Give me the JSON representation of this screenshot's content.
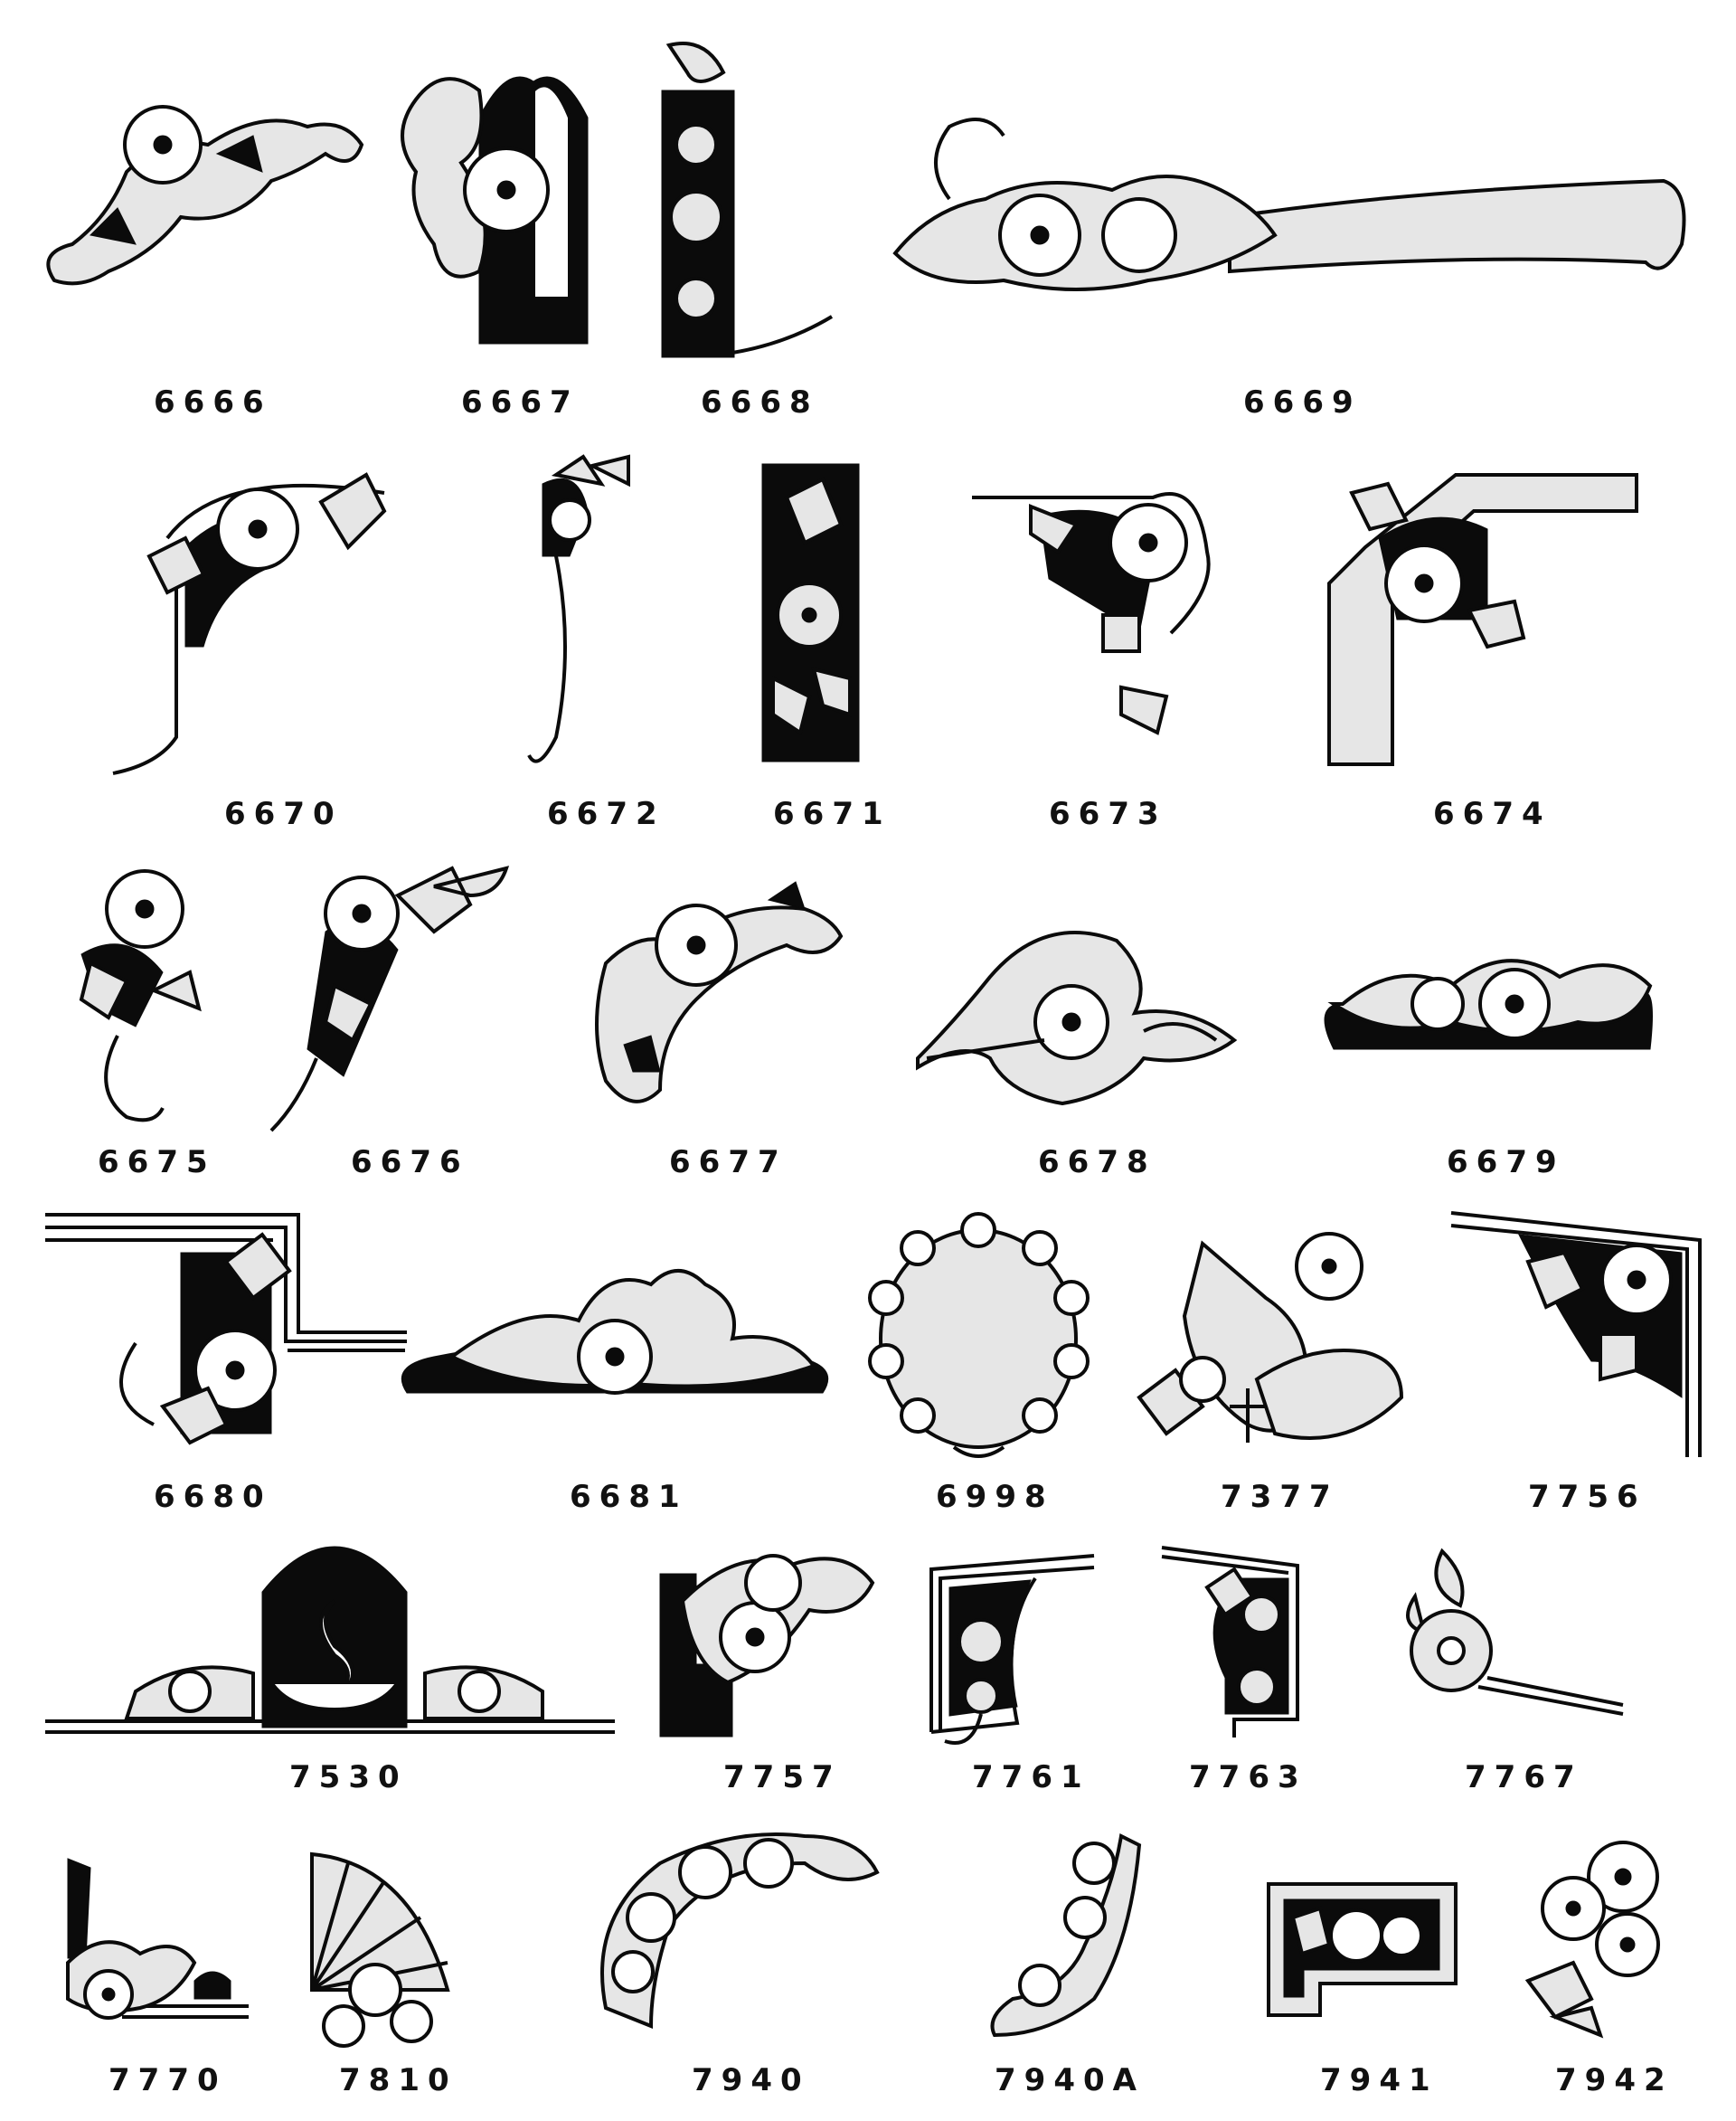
{
  "catalog": {
    "rows": [
      [
        {
          "id": "6666"
        },
        {
          "id": "6667"
        },
        {
          "id": "6668"
        },
        {
          "id": "6669"
        }
      ],
      [
        {
          "id": "6670"
        },
        {
          "id": "6672"
        },
        {
          "id": "6671"
        },
        {
          "id": "6673"
        },
        {
          "id": "6674"
        }
      ],
      [
        {
          "id": "6675"
        },
        {
          "id": "6676"
        },
        {
          "id": "6677"
        },
        {
          "id": "6678"
        },
        {
          "id": "6679"
        }
      ],
      [
        {
          "id": "6680"
        },
        {
          "id": "6681"
        },
        {
          "id": "6998"
        },
        {
          "id": "7377"
        },
        {
          "id": "7756"
        }
      ],
      [
        {
          "id": "7530"
        },
        {
          "id": "7757"
        },
        {
          "id": "7761"
        },
        {
          "id": "7763"
        },
        {
          "id": "7767"
        }
      ],
      [
        {
          "id": "7770"
        },
        {
          "id": "7810"
        },
        {
          "id": "7940"
        },
        {
          "id": "7940A"
        },
        {
          "id": "7941"
        },
        {
          "id": "7942"
        }
      ]
    ]
  },
  "style": {
    "ink": "#0b0b0b",
    "fill_light": "#e6e6e6",
    "background": "#ffffff"
  }
}
